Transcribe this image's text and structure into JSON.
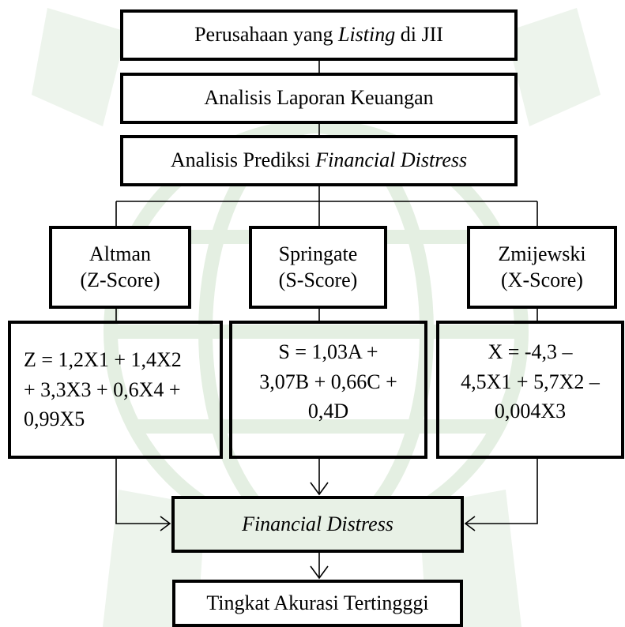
{
  "top_box": {
    "prefix": "Perusahaan yang ",
    "italic": "Listing",
    "suffix": " di JII"
  },
  "analysis_box": {
    "label": "Analisis Laporan Keuangan"
  },
  "prediction_box": {
    "prefix": "Analisis Prediksi ",
    "italic": "Financial Distress"
  },
  "models": [
    {
      "name": "Altman",
      "score": "(Z-Score)"
    },
    {
      "name": "Springate",
      "score": "(S-Score)"
    },
    {
      "name": "Zmijewski",
      "score": "(X-Score)"
    }
  ],
  "formulas": {
    "altman": [
      "Z = 1,2X1 + 1,4X2",
      "+ 3,3X3 + 0,6X4 +",
      "0,99X5"
    ],
    "springate": [
      "S = 1,03A +",
      "3,07B + 0,66C +",
      "0,4D"
    ],
    "zmijewski": [
      "X = -4,3 –",
      "4,5X1 + 5,7X2 –",
      "0,004X3"
    ]
  },
  "financial_distress_box": {
    "label": "Financial Distress"
  },
  "result_box": {
    "label": "Tingkat Akurasi Tertingggi"
  },
  "colors": {
    "watermark": "#e4efe2",
    "box_fd_fill": "#e8f1e6"
  }
}
